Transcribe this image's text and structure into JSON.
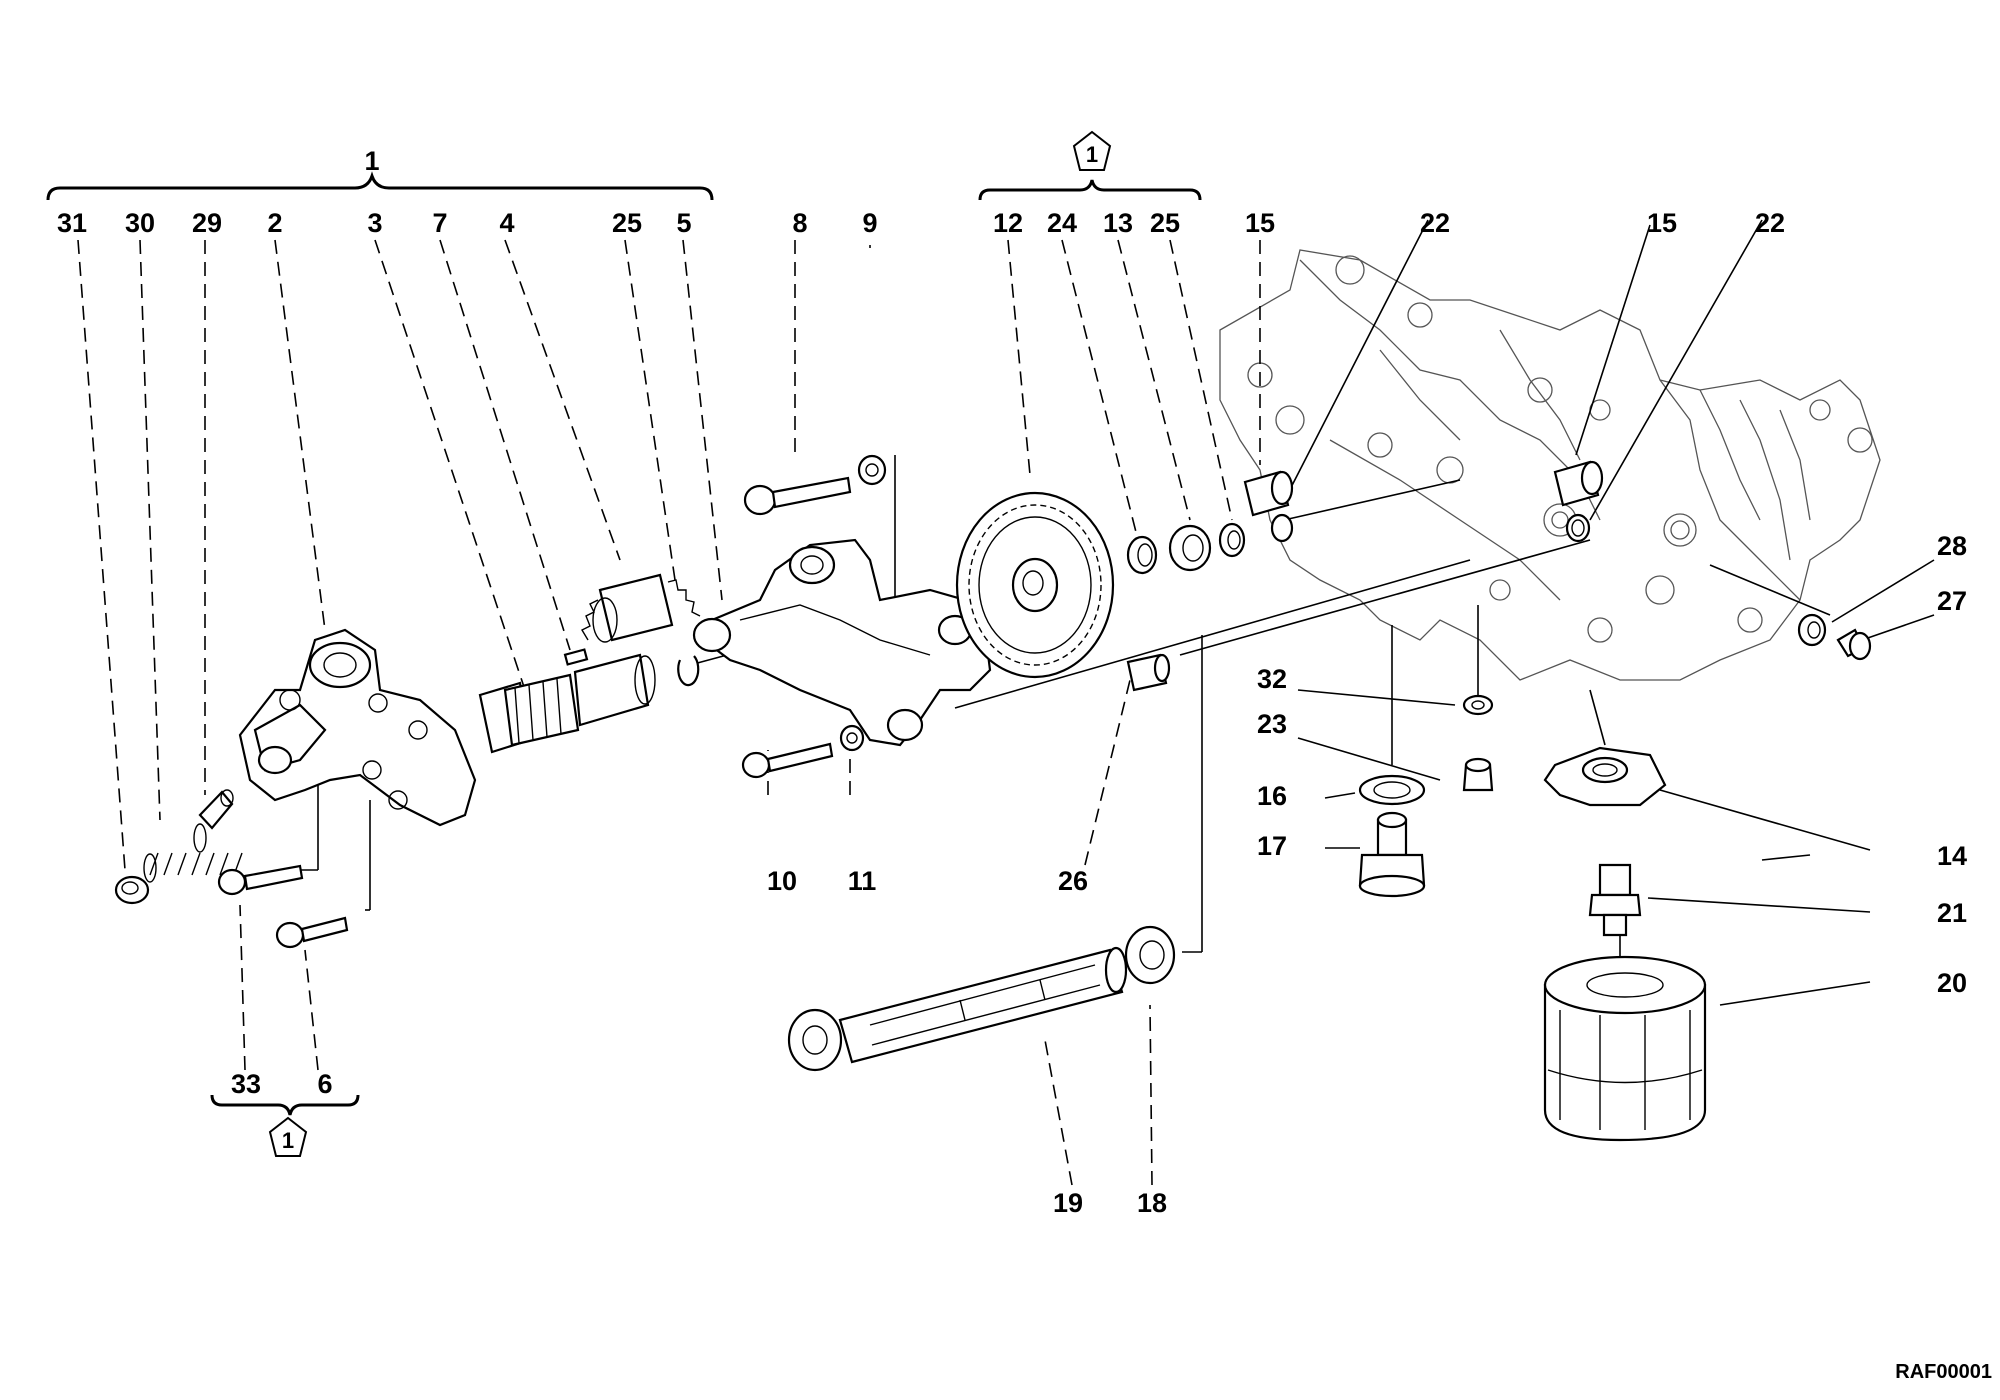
{
  "drawing_code": "RAF00001",
  "group_labels": {
    "pump_assembly": "1",
    "kit_center": "1",
    "kit_left": "1"
  },
  "callouts": [
    {
      "id": "c31",
      "text": "31"
    },
    {
      "id": "c30",
      "text": "30"
    },
    {
      "id": "c29",
      "text": "29"
    },
    {
      "id": "c2",
      "text": "2"
    },
    {
      "id": "c3",
      "text": "3"
    },
    {
      "id": "c7",
      "text": "7"
    },
    {
      "id": "c4",
      "text": "4"
    },
    {
      "id": "c25a",
      "text": "25"
    },
    {
      "id": "c5",
      "text": "5"
    },
    {
      "id": "c8",
      "text": "8"
    },
    {
      "id": "c9",
      "text": "9"
    },
    {
      "id": "c12",
      "text": "12"
    },
    {
      "id": "c24",
      "text": "24"
    },
    {
      "id": "c13",
      "text": "13"
    },
    {
      "id": "c25b",
      "text": "25"
    },
    {
      "id": "c15a",
      "text": "15"
    },
    {
      "id": "c22a",
      "text": "22"
    },
    {
      "id": "c15b",
      "text": "15"
    },
    {
      "id": "c22b",
      "text": "22"
    },
    {
      "id": "c28",
      "text": "28"
    },
    {
      "id": "c27",
      "text": "27"
    },
    {
      "id": "c32",
      "text": "32"
    },
    {
      "id": "c23",
      "text": "23"
    },
    {
      "id": "c16",
      "text": "16"
    },
    {
      "id": "c17",
      "text": "17"
    },
    {
      "id": "c14",
      "text": "14"
    },
    {
      "id": "c21",
      "text": "21"
    },
    {
      "id": "c20",
      "text": "20"
    },
    {
      "id": "c10",
      "text": "10"
    },
    {
      "id": "c11",
      "text": "11"
    },
    {
      "id": "c26",
      "text": "26"
    },
    {
      "id": "c33",
      "text": "33"
    },
    {
      "id": "c6",
      "text": "6"
    },
    {
      "id": "c19",
      "text": "19"
    },
    {
      "id": "c18",
      "text": "18"
    }
  ]
}
